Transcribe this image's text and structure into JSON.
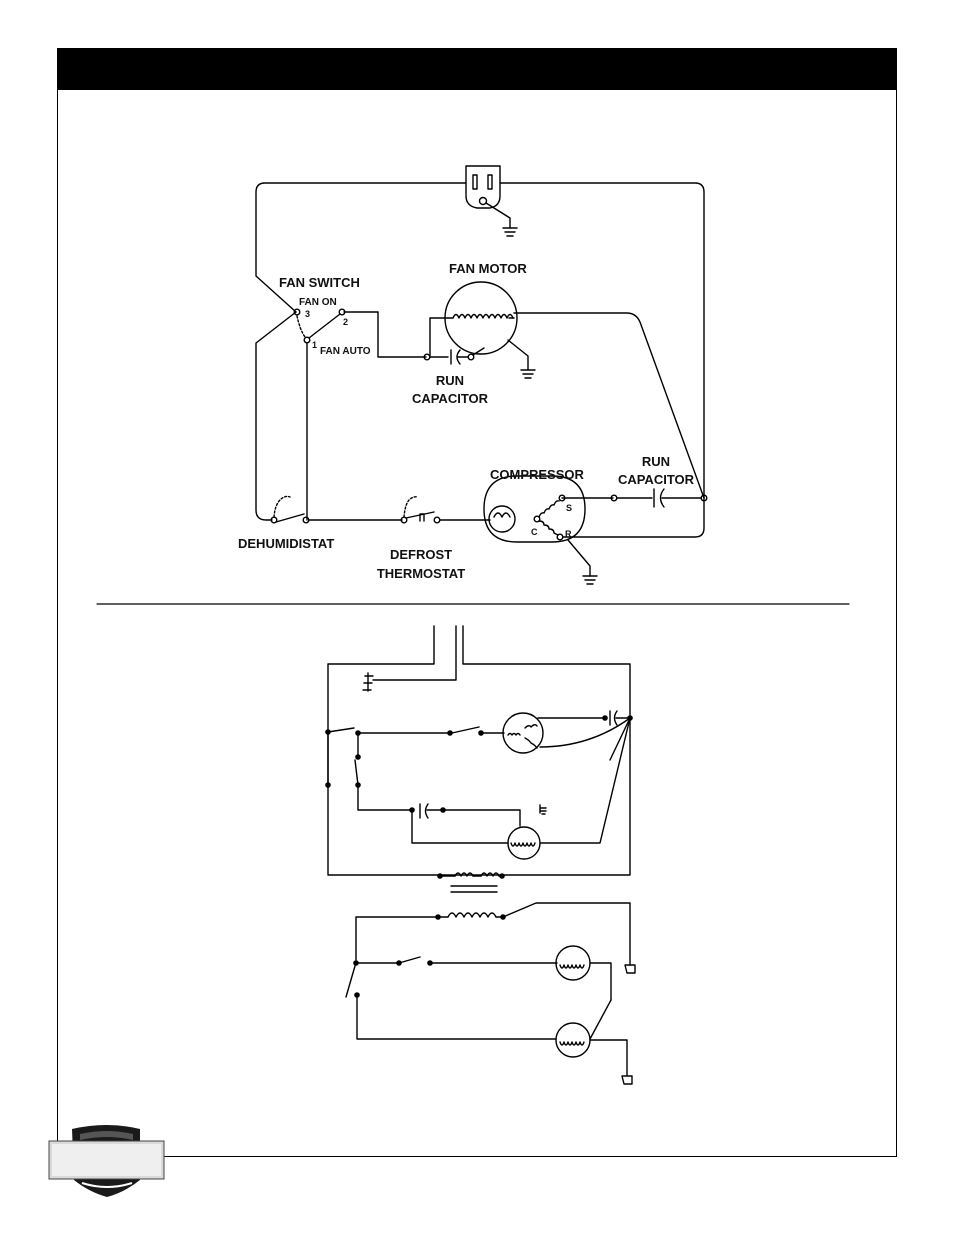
{
  "labels": {
    "fan_switch": "FAN SWITCH",
    "fan_on": "FAN ON",
    "fan_auto": "FAN AUTO",
    "terminal_3": "3",
    "terminal_2": "2",
    "terminal_1": "1",
    "fan_motor": "FAN MOTOR",
    "run_capacitor_fan_line1": "RUN",
    "run_capacitor_fan_line2": "CAPACITOR",
    "compressor": "COMPRESSOR",
    "run_capacitor_comp_line1": "RUN",
    "run_capacitor_comp_line2": "CAPACITOR",
    "terminal_s": "S",
    "terminal_c": "C",
    "terminal_r": "R",
    "dehumidistat": "DEHUMIDISTAT",
    "defrost_thermostat_line1": "DEFROST",
    "defrost_thermostat_line2": "THERMOSTAT"
  },
  "colors": {
    "line": "#000000",
    "title_bar": "#000000",
    "logo_shield": "#1a1a1a",
    "logo_plate": "#d9d9d9"
  },
  "icons": [
    "power-plug-icon",
    "ground-icon",
    "shield-logo-icon"
  ]
}
